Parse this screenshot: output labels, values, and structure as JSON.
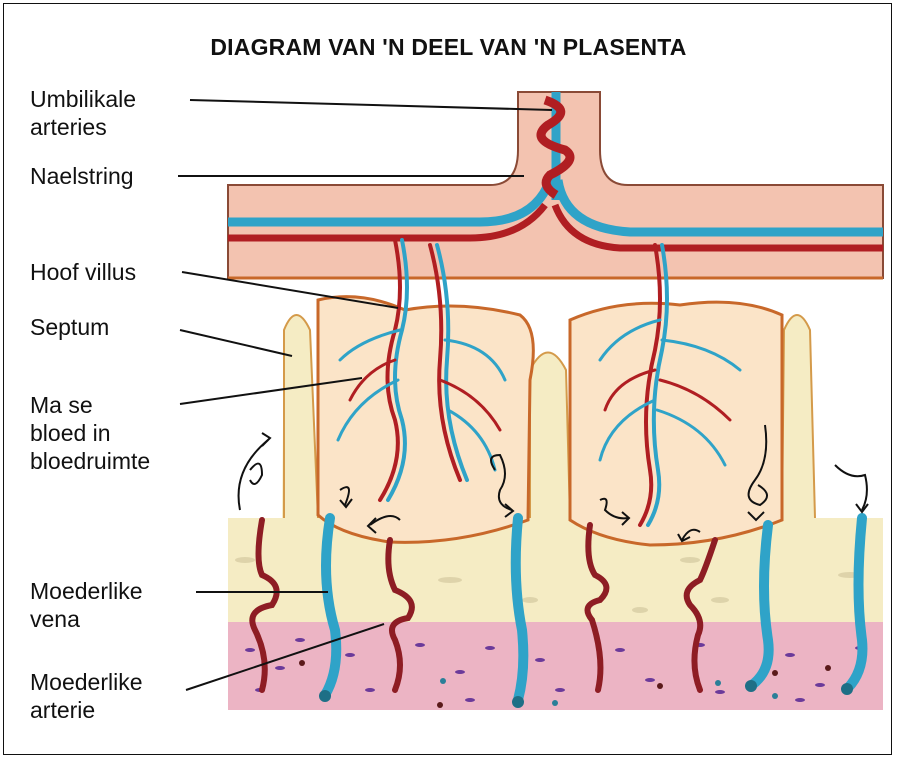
{
  "title": "DIAGRAM VAN 'N DEEL VAN 'N PLASENTA",
  "labels": {
    "umbilical_arteries": [
      "Umbilikale",
      "arteries"
    ],
    "umbilical_cord": "Naelstring",
    "main_villus": "Hoof villus",
    "septum": "Septum",
    "maternal_blood": [
      "Ma se",
      "bloed in",
      "bloedruimte"
    ],
    "maternal_vein": [
      "Moederlike",
      "vena"
    ],
    "maternal_artery": [
      "Moederlike",
      "arterie"
    ]
  },
  "colors": {
    "artery_red": "#b01e22",
    "vein_blue": "#2fa3c8",
    "villus_outline": "#c8682a",
    "decidua_cream": "#f5ecc4",
    "chorion_pink": "#f3c3b0",
    "basal_pink": "#ecb4c4"
  }
}
